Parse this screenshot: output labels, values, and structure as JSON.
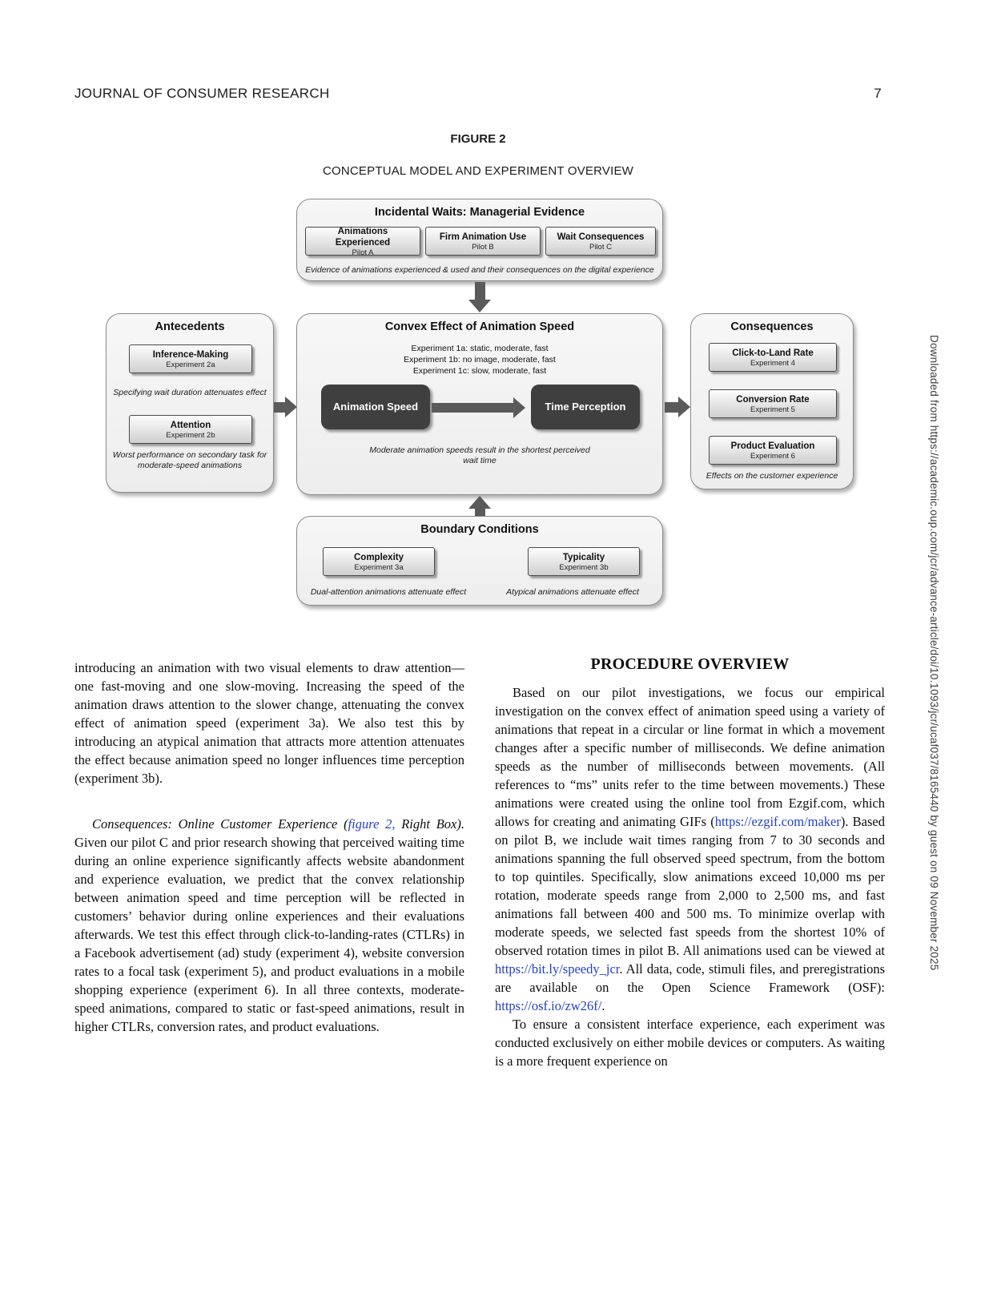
{
  "page": {
    "journal": "JOURNAL OF CONSUMER RESEARCH",
    "page_number": "7",
    "sidebar_note": "Downloaded from https://academic.oup.com/jcr/advance-article/doi/10.1093/jcr/ucaf037/8165440 by guest on 09 November 2025"
  },
  "figure": {
    "label": "FIGURE 2",
    "caption": "CONCEPTUAL MODEL AND EXPERIMENT OVERVIEW"
  },
  "diagram": {
    "top_box": {
      "title": "Incidental Waits: Managerial Evidence",
      "items": [
        {
          "label": "Animations Experienced",
          "sub": "Pilot A"
        },
        {
          "label": "Firm Animation Use",
          "sub": "Pilot B"
        },
        {
          "label": "Wait Consequences",
          "sub": "Pilot C"
        }
      ],
      "caption": "Evidence of animations experienced & used and their consequences on the digital experience"
    },
    "left_box": {
      "title": "Antecedents",
      "items": [
        {
          "label": "Inference-Making",
          "sub": "Experiment 2a",
          "note": "Specifying wait duration attenuates effect"
        },
        {
          "label": "Attention",
          "sub": "Experiment 2b",
          "note": "Worst performance on secondary task for moderate-speed animations"
        }
      ]
    },
    "center_box": {
      "title": "Convex Effect of Animation Speed",
      "experiments": [
        "Experiment 1a: static, moderate, fast",
        "Experiment 1b: no image, moderate, fast",
        "Experiment 1c: slow, moderate, fast"
      ],
      "node_left": "Animation Speed",
      "node_right": "Time Perception",
      "caption": "Moderate animation speeds result in the shortest perceived wait time"
    },
    "right_box": {
      "title": "Consequences",
      "items": [
        {
          "label": "Click-to-Land Rate",
          "sub": "Experiment 4"
        },
        {
          "label": "Conversion Rate",
          "sub": "Experiment 5"
        },
        {
          "label": "Product Evaluation",
          "sub": "Experiment 6"
        }
      ],
      "caption": "Effects on the customer experience"
    },
    "bottom_box": {
      "title": "Boundary Conditions",
      "items": [
        {
          "label": "Complexity",
          "sub": "Experiment 3a",
          "note": "Dual-attention animations attenuate effect"
        },
        {
          "label": "Typicality",
          "sub": "Experiment 3b",
          "note": "Atypical animations attenuate effect"
        }
      ]
    }
  },
  "body": {
    "left": {
      "para1": "introducing an animation with two visual elements to draw attention—one fast-moving and one slow-moving. Increasing the speed of the animation draws attention to the slower change, attenuating the convex effect of animation speed (experiment 3a). We also test this by introducing an atypical animation that attracts more attention attenuates the effect because animation speed no longer influences time perception (experiment 3b).",
      "para2_lead": "Consequences: Online Customer Experience (",
      "para2_link": "figure 2,",
      "para2_lead2": " Right Box).",
      "para2_text": "  Given our pilot C and prior research showing that perceived waiting time during an online experience significantly affects website abandonment and experience evaluation, we predict that the convex relationship between animation speed and time perception will be reflected in customers’ behavior during online experiences and their evaluations afterwards. We test this effect through click-to-landing-rates (CTLRs) in a Facebook advertisement (ad) study (experiment 4), website conversion rates to a focal task (experiment 5), and product evaluations in a mobile shopping experience (experiment 6). In all three contexts, moderate-speed animations, compared to static or fast-speed animations, result in higher CTLRs, conversion rates, and product evaluations."
    },
    "right": {
      "heading": "PROCEDURE OVERVIEW",
      "para1_t1": "Based on our pilot investigations, we focus our empirical investigation on the convex effect of animation speed using a variety of animations that repeat in a circular or line format in which a movement changes after a specific number of milliseconds. We define animation speeds as the number of milliseconds between movements. (All references to “ms” units refer to the time between movements.) These animations were created using the online tool from Ezgif.com, which allows for creating and animating GIFs (",
      "para1_link1": "https://ezgif.com/maker",
      "para1_t2": "). Based on pilot B, we include wait times ranging from 7 to 30 seconds and animations spanning the full observed speed spectrum, from the bottom to top quintiles. Specifically, slow animations exceed 10,000 ms per rotation, moderate speeds range from 2,000 to 2,500 ms, and fast animations fall between 400 and 500 ms. To minimize overlap with moderate speeds, we selected fast speeds from the shortest 10% of observed rotation times in pilot B. All animations used can be viewed at ",
      "para1_link2": "https://bit.ly/speedy_jcr",
      "para1_t3": ". All data, code, stimuli files, and preregistrations are available on the Open Science Framework (OSF): ",
      "para1_link3": "https://osf.io/zw26f/",
      "para1_t4": ".",
      "para2": "To ensure a consistent interface experience, each experiment was conducted exclusively on either mobile devices or computers. As waiting is a more frequent experience on"
    }
  },
  "colors": {
    "link_blue": "#2540c4",
    "dark_node": "#3f3f3f",
    "arrow_gray": "#5a5a5a"
  }
}
